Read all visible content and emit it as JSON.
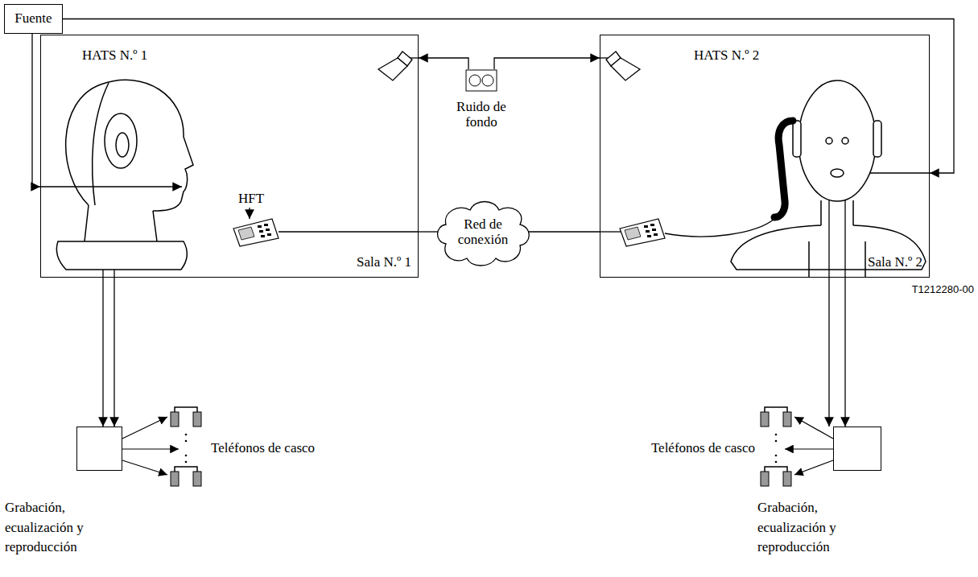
{
  "diagram": {
    "nodes": [
      {
        "text": [
          "Fuente"
        ]
      },
      {
        "text": [
          "Sala N.º 1"
        ]
      },
      {
        "text": [
          "Ruido de fondo"
        ]
      },
      {
        "text": [
          "Red de conexión"
        ]
      },
      {
        "text": [
          "Sala N.º 2"
        ]
      },
      {
        "text": [
          "Grabación, ecualización y reproducción"
        ]
      },
      {
        "text": [
          "Grabación, ecualización y reproducción"
        ]
      }
    ],
    "edges": [
      {
        "from": 0,
        "to": 1,
        "arrow": "to"
      },
      {
        "from": 0,
        "to": 4,
        "arrow": "to"
      },
      {
        "from": 2,
        "to": 1,
        "arrow": "to"
      },
      {
        "from": 2,
        "to": 4,
        "arrow": "to"
      },
      {
        "from": 1,
        "to": 3,
        "arrow": "none"
      },
      {
        "from": 3,
        "to": 4,
        "arrow": "none"
      },
      {
        "from": 1,
        "to": 5,
        "arrow": "to"
      },
      {
        "from": 4,
        "to": 6,
        "arrow": "to"
      }
    ],
    "labels": [
      "HATS N.º 1",
      "HFT",
      "HATS N.º 2",
      "Teléfonos de casco",
      "Teléfonos de casco",
      "T1212280-00"
    ]
  }
}
